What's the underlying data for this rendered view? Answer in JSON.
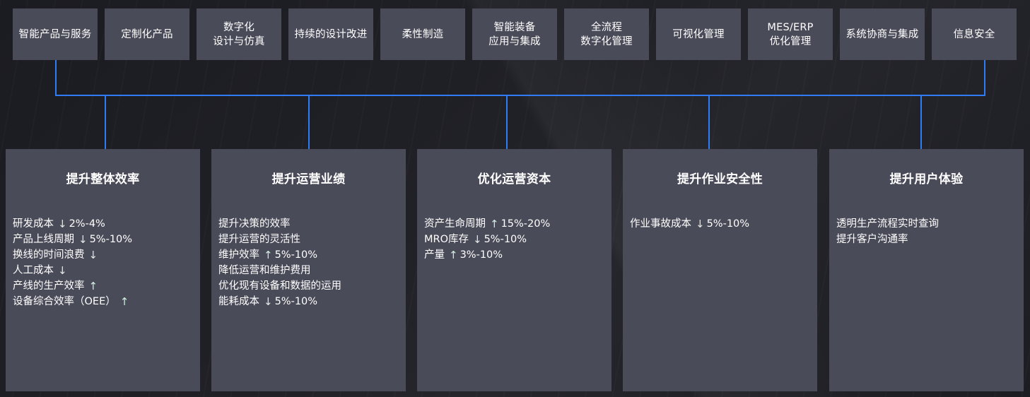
{
  "top_boxes": [
    {
      "label": "智能产品与服务"
    },
    {
      "label": "定制化产品"
    },
    {
      "label": "数字化\n设计与仿真"
    },
    {
      "label": "持续的设计改进"
    },
    {
      "label": "柔性制造"
    },
    {
      "label": "智能装备\n应用与集成"
    },
    {
      "label": "全流程\n数字化管理"
    },
    {
      "label": "可视化管理"
    },
    {
      "label": "MES/ERP\n优化管理"
    },
    {
      "label": "系统协商与集成"
    },
    {
      "label": "信息安全"
    }
  ],
  "cards": [
    {
      "title": "提升整体效率",
      "items": [
        {
          "text": "研发成本",
          "arrow": "↓",
          "dir": "down",
          "value": "2%-4%"
        },
        {
          "text": "产品上线周期",
          "arrow": "↓",
          "dir": "down",
          "value": "5%-10%"
        },
        {
          "text": "换线的时间浪费",
          "arrow": "↓",
          "dir": "down",
          "value": ""
        },
        {
          "text": "人工成本",
          "arrow": "↓",
          "dir": "down",
          "value": ""
        },
        {
          "text": "产线的生产效率",
          "arrow": "↑",
          "dir": "up",
          "value": ""
        },
        {
          "text": "设备综合效率（OEE）",
          "arrow": "↑",
          "dir": "up",
          "value": ""
        }
      ]
    },
    {
      "title": "提升运营业绩",
      "items": [
        {
          "text": "提升决策的效率",
          "arrow": "",
          "dir": "",
          "value": ""
        },
        {
          "text": "提升运营的灵活性",
          "arrow": "",
          "dir": "",
          "value": ""
        },
        {
          "text": "维护效率",
          "arrow": "↑",
          "dir": "up",
          "value": "5%-10%"
        },
        {
          "text": "降低运营和维护费用",
          "arrow": "",
          "dir": "",
          "value": ""
        },
        {
          "text": "优化现有设备和数据的运用",
          "arrow": "",
          "dir": "",
          "value": ""
        },
        {
          "text": "能耗成本",
          "arrow": "↓",
          "dir": "down",
          "value": "5%-10%"
        }
      ]
    },
    {
      "title": "优化运营资本",
      "items": [
        {
          "text": "资产生命周期",
          "arrow": "↑",
          "dir": "up",
          "value": "15%-20%"
        },
        {
          "text": "MRO库存",
          "arrow": "↓",
          "dir": "down",
          "value": "5%-10%"
        },
        {
          "text": "产量",
          "arrow": "↑",
          "dir": "up",
          "value": "3%-10%"
        }
      ]
    },
    {
      "title": "提升作业安全性",
      "items": [
        {
          "text": "作业事故成本",
          "arrow": "↓",
          "dir": "down",
          "value": "5%-10%"
        }
      ]
    },
    {
      "title": "提升用户体验",
      "items": [
        {
          "text": "透明生产流程实时查询",
          "arrow": "",
          "dir": "",
          "value": ""
        },
        {
          "text": "提升客户沟通率",
          "arrow": "",
          "dir": "",
          "value": ""
        }
      ]
    }
  ],
  "colors": {
    "box_bg": "#4a4b59",
    "connector": "#2f7cf6",
    "background": "#1f2025"
  }
}
